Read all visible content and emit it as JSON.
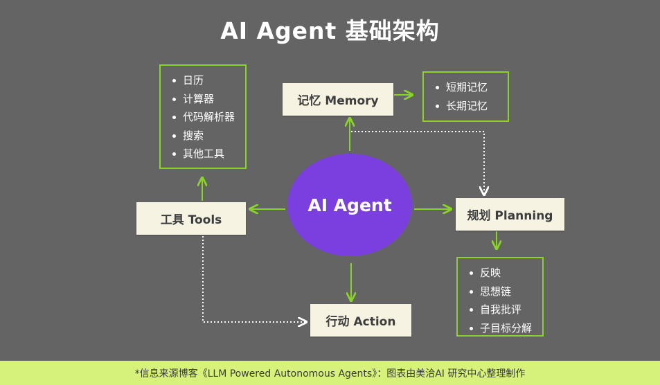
{
  "title": "AI Agent 基础架构",
  "center": {
    "label": "AI Agent"
  },
  "nodes": {
    "memory": "记忆 Memory",
    "tools": "工具 Tools",
    "planning": "规划 Planning",
    "action": "行动 Action"
  },
  "lists": {
    "tools": [
      "日历",
      "计算器",
      "代码解析器",
      "搜索",
      "其他工具"
    ],
    "memory": [
      "短期记忆",
      "长期记忆"
    ],
    "planning": [
      "反映",
      "思想链",
      "自我批评",
      "子目标分解"
    ]
  },
  "footer": {
    "text": "*信息来源博客《LLM Powered Autonomous Agents》：图表由美洽AI 研究中心整理制作"
  },
  "colors": {
    "background": "#646464",
    "accent_green": "#8ad327",
    "agent_purple": "#7b3fe0",
    "node_fill": "#f7f3e3",
    "footer_bg": "#d6f27a"
  }
}
